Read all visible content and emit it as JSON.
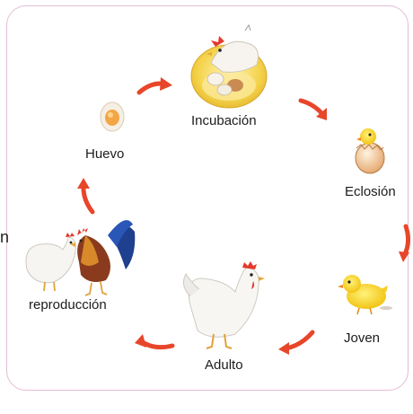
{
  "diagram": {
    "stages": [
      {
        "key": "huevo",
        "label": "Huevo"
      },
      {
        "key": "incubacion",
        "label": "Incubación"
      },
      {
        "key": "eclosion",
        "label": "Eclosión"
      },
      {
        "key": "joven",
        "label": "Joven"
      },
      {
        "key": "adulto",
        "label": "Adulto"
      },
      {
        "key": "reproduccion",
        "label": "reproducción"
      }
    ],
    "arrow_color": "#e8462a",
    "frame_color": "#e3bcd3",
    "side_text": "n"
  }
}
